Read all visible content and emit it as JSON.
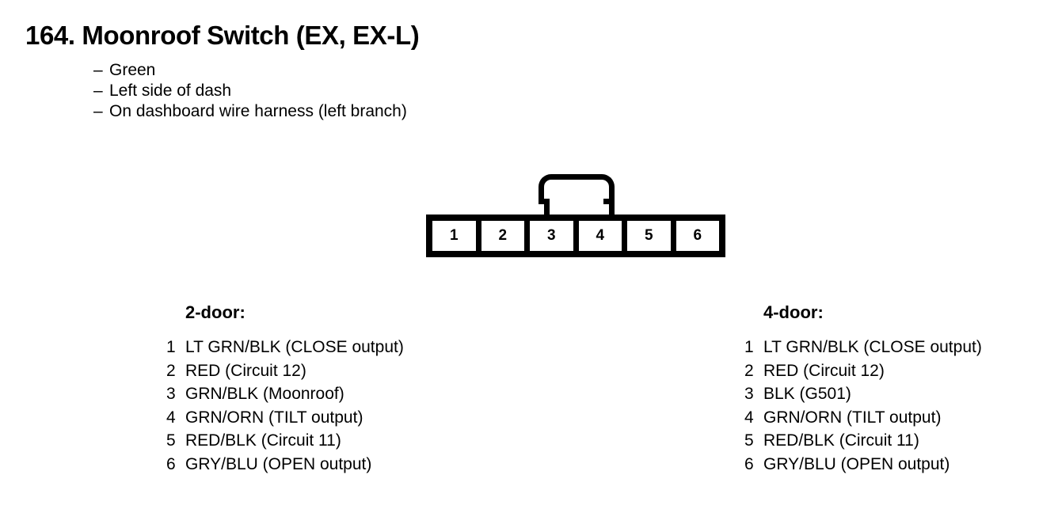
{
  "page": {
    "title": "164.  Moonroof Switch (EX, EX-L)",
    "notes": [
      {
        "dash": "–",
        "text": "Green"
      },
      {
        "dash": "–",
        "text": "Left side of dash"
      },
      {
        "dash": "–",
        "text": "On dashboard wire harness (left branch)"
      }
    ]
  },
  "connector": {
    "pins": [
      "1",
      "2",
      "3",
      "4",
      "5",
      "6"
    ]
  },
  "columns": [
    {
      "heading": "2-door:",
      "rows": [
        {
          "num": "1",
          "label": "LT GRN/BLK (CLOSE output)"
        },
        {
          "num": "2",
          "label": "RED (Circuit 12)"
        },
        {
          "num": "3",
          "label": "GRN/BLK (Moonroof)"
        },
        {
          "num": "4",
          "label": "GRN/ORN (TILT output)"
        },
        {
          "num": "5",
          "label": "RED/BLK (Circuit 11)"
        },
        {
          "num": "6",
          "label": "GRY/BLU (OPEN output)"
        }
      ]
    },
    {
      "heading": "4-door:",
      "rows": [
        {
          "num": "1",
          "label": "LT GRN/BLK (CLOSE output)"
        },
        {
          "num": "2",
          "label": "RED (Circuit 12)"
        },
        {
          "num": "3",
          "label": "BLK (G501)"
        },
        {
          "num": "4",
          "label": "GRN/ORN (TILT output)"
        },
        {
          "num": "5",
          "label": "RED/BLK (Circuit 11)"
        },
        {
          "num": "6",
          "label": "GRY/BLU (OPEN output)"
        }
      ]
    }
  ]
}
